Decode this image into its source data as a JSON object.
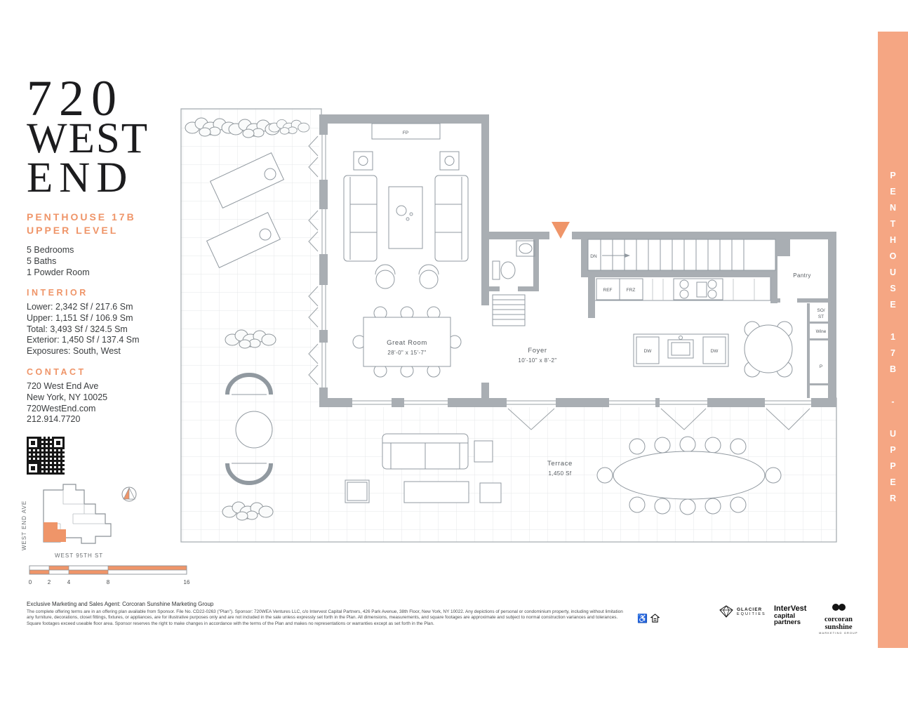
{
  "colors": {
    "accent": "#EF9569",
    "accent_bar": "#F5A683",
    "wall_gray": "#A9AEB3"
  },
  "brand": {
    "l1": "720",
    "l2": "WEST",
    "l3": "END"
  },
  "listing": {
    "title1": "PENTHOUSE 17B",
    "title2": "UPPER LEVEL",
    "specs": [
      "5 Bedrooms",
      "5 Baths",
      "1 Powder Room"
    ],
    "interior_heading": "INTERIOR",
    "interior": [
      "Lower: 2,342 Sf / 217.6 Sm",
      "Upper: 1,151 Sf / 106.9 Sm",
      "Total: 3,493 Sf / 324.5 Sm",
      "Exterior: 1,450 Sf / 137.4 Sm",
      "Exposures: South, West"
    ],
    "contact_heading": "CONTACT",
    "contact": [
      "720 West End Ave",
      "New York, NY 10025",
      "720WestEnd.com",
      "212.914.7720"
    ]
  },
  "keyplan": {
    "ave": "WEST END AVE",
    "st": "WEST 95TH ST"
  },
  "scale": {
    "labels": [
      "0",
      "2",
      "4",
      "8",
      "16"
    ]
  },
  "banner": {
    "text": "PENTHOUSE 17B - UPPER"
  },
  "plan": {
    "fp": "FP",
    "great_room_name": "Great Room",
    "great_room_dims": "28'-0\" x 15'-7\"",
    "foyer_name": "Foyer",
    "foyer_dims": "10'-10\" x 8'-2\"",
    "pantry": "Pantry",
    "ref": "REF",
    "frz": "FRZ",
    "dw": "DW",
    "sost1": "SO/",
    "sost2": "ST",
    "wine": "Wine",
    "p": "P",
    "dn": "DN",
    "terrace_name": "Terrace",
    "terrace_area": "1,450 Sf"
  },
  "footer": {
    "agent": "Exclusive Marketing and Sales Agent: Corcoran Sunshine Marketing Group",
    "legal": "The complete offering terms are in an offering plan available from Sponsor. File No. CD22-0263 (\"Plan\"). Sponsor: 720WEA Ventures LLC, c/o Intervest Capital Partners, 426 Park Avenue, 38th Floor, New York, NY 10022. Any depictions of personal or condominium property, including without limitation any furniture, decorations, closet fittings, fixtures, or appliances, are for illustrative purposes only and are not included in the sale unless expressly set forth in the Plan.  All dimensions, measurements, and square footages are approximate and subject to normal construction variances and tolerances. Square footages exceed useable floor area. Sponsor reserves the right to make changes in accordance with the terms of the Plan and makes no representations or warranties except as set forth in the Plan.",
    "logos": {
      "glacier1": "GLACIER",
      "glacier2": "EQUITIES",
      "intervest1": "InterVest",
      "intervest2": "capital",
      "intervest3": "partners",
      "corcoran": "corcoran sunshine",
      "corcoran_tag": "MARKETING GROUP"
    }
  }
}
